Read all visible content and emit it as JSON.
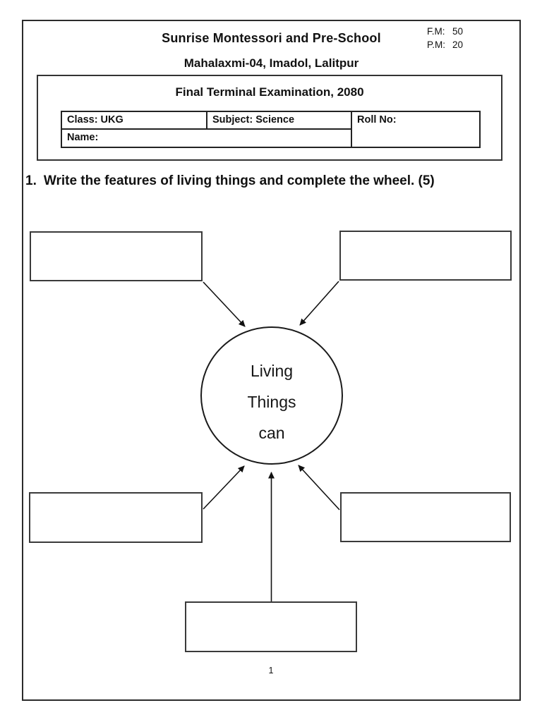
{
  "header": {
    "school_name": "Sunrise Montessori and Pre-School",
    "address": "Mahalaxmi-04, Imadol, Lalitpur",
    "marks": {
      "fm_label": "F.M:",
      "fm_value": "50",
      "pm_label": "P.M:",
      "pm_value": "20"
    }
  },
  "exam_box": {
    "title": "Final Terminal Examination, 2080",
    "table": {
      "class": "Class: UKG",
      "subject": "Subject: Science",
      "roll": "Roll No:",
      "name": "Name:"
    }
  },
  "question": {
    "number": "1.",
    "text": "Write the features of living things and complete the wheel. (5)"
  },
  "diagram": {
    "circle_lines": [
      "Living",
      "Things",
      "can"
    ]
  },
  "footer": {
    "page_number": "1"
  }
}
